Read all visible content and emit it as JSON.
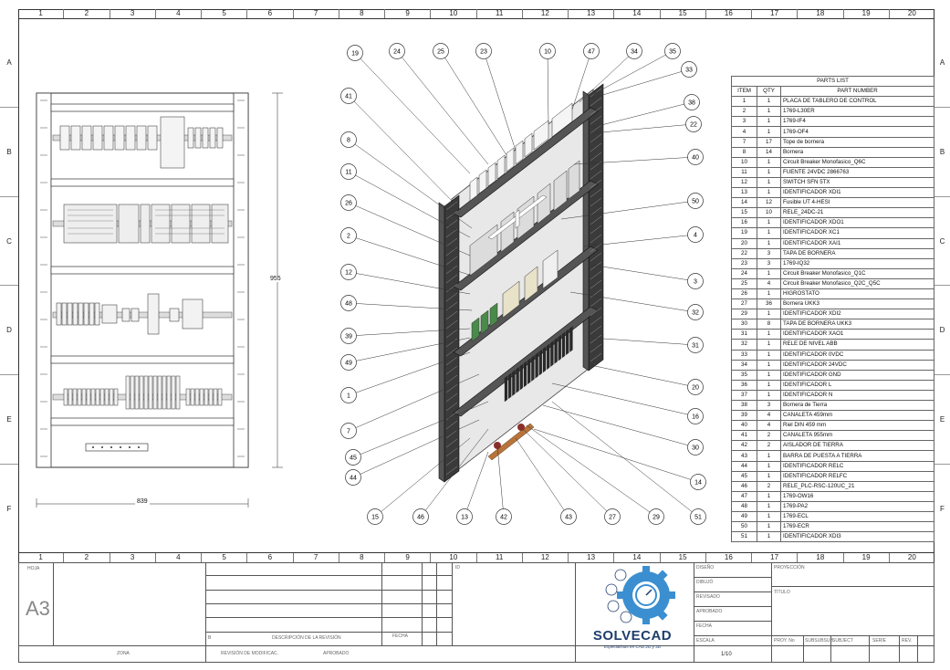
{
  "zones": {
    "columns": [
      "1",
      "2",
      "3",
      "4",
      "5",
      "6",
      "7",
      "8",
      "9",
      "10",
      "11",
      "12",
      "13",
      "14",
      "15",
      "16",
      "17",
      "18",
      "19",
      "20"
    ],
    "rows": [
      "A",
      "B",
      "C",
      "D",
      "E",
      "F"
    ]
  },
  "front_view": {
    "width_dim": "839",
    "height_dim": "955"
  },
  "balloons": [
    "19",
    "24",
    "25",
    "23",
    "10",
    "47",
    "34",
    "35",
    "33",
    "38",
    "22",
    "41",
    "8",
    "11",
    "40",
    "26",
    "50",
    "2",
    "4",
    "12",
    "3",
    "48",
    "32",
    "39",
    "31",
    "49",
    "1",
    "20",
    "7",
    "16",
    "45",
    "30",
    "44",
    "14",
    "15",
    "46",
    "13",
    "42",
    "43",
    "27",
    "29",
    "51"
  ],
  "parts_list": {
    "title": "PARTS LIST",
    "headers": [
      "ITEM",
      "QTY",
      "PART NUMBER"
    ],
    "rows": [
      [
        "1",
        "1",
        "PLACA DE TABLERO DE CONTROL"
      ],
      [
        "2",
        "1",
        "1769-L30ER"
      ],
      [
        "3",
        "1",
        "1769-IF4"
      ],
      [
        "4",
        "1",
        "1769-OF4"
      ],
      [
        "7",
        "17",
        "Tope de bornera"
      ],
      [
        "8",
        "14",
        "Bornera"
      ],
      [
        "10",
        "1",
        "Circuit Breaker Monofasico_Q6C"
      ],
      [
        "11",
        "1",
        "FUENTE 24VDC 2866763"
      ],
      [
        "12",
        "1",
        "SWITCH SFN 5TX"
      ],
      [
        "13",
        "1",
        "IDENTIFICADOR XDI1"
      ],
      [
        "14",
        "12",
        "Fusible UT 4-HESI"
      ],
      [
        "15",
        "10",
        "RELE_24DC-21"
      ],
      [
        "16",
        "1",
        "IDENTIFICADOR XDO1"
      ],
      [
        "19",
        "1",
        "IDENTIFICADOR XC1"
      ],
      [
        "20",
        "1",
        "IDENTIFICADOR XAI1"
      ],
      [
        "22",
        "3",
        "TAPA DE BORNERA"
      ],
      [
        "23",
        "3",
        "1769-IQ32"
      ],
      [
        "24",
        "1",
        "Circuit Breaker Monofasico_Q1C"
      ],
      [
        "25",
        "4",
        "Circuit Breaker Monofasico_Q2C_Q5C"
      ],
      [
        "26",
        "1",
        "HIGROSTATO"
      ],
      [
        "27",
        "36",
        "Bornera UKK3"
      ],
      [
        "29",
        "1",
        "IDENTIFICADOR XDI2"
      ],
      [
        "30",
        "8",
        "TAPA DE BORNERA UKK3"
      ],
      [
        "31",
        "1",
        "IDENTIFICADOR XAO1"
      ],
      [
        "32",
        "1",
        "RELE DE NIVEL ABB"
      ],
      [
        "33",
        "1",
        "IDENTIFICADOR 0VDC"
      ],
      [
        "34",
        "1",
        "IDENTIFICADOR 24VDC"
      ],
      [
        "35",
        "1",
        "IDENTIFICADOR GND"
      ],
      [
        "36",
        "1",
        "IDENTIFICADOR L"
      ],
      [
        "37",
        "1",
        "IDENTIFICADOR N"
      ],
      [
        "38",
        "3",
        "Bornera de Tierra"
      ],
      [
        "39",
        "4",
        "CANALETA 459mm"
      ],
      [
        "40",
        "4",
        "Riel DIN 459 mm"
      ],
      [
        "41",
        "2",
        "CANALETA 955mm"
      ],
      [
        "42",
        "2",
        "AISLADOR DE TIERRA"
      ],
      [
        "43",
        "1",
        "BARRA DE PUESTA A TIERRA"
      ],
      [
        "44",
        "1",
        "IDENTIFICADOR RELC"
      ],
      [
        "45",
        "1",
        "IDENTIFICADOR RELFC"
      ],
      [
        "46",
        "2",
        "RELE_PLC-RSC-120UC_21"
      ],
      [
        "47",
        "1",
        "1769-OW16"
      ],
      [
        "48",
        "1",
        "1769-PA2"
      ],
      [
        "49",
        "1",
        "1769-ECL"
      ],
      [
        "50",
        "1",
        "1769-ECR"
      ],
      [
        "51",
        "1",
        "IDENTIFICADOR XDI3"
      ]
    ]
  },
  "title_block": {
    "sheet_size": "A3",
    "hoja_label": "HOJA",
    "scale_label": "ESCALA",
    "scale_value": "1/10",
    "logo_name": "SOLVECAD",
    "logo_tagline": "Especialistas en CAD 2D y 3D",
    "fields": [
      "DISEÑO",
      "DIBUJÓ",
      "REVISADO",
      "APROBADO",
      "FECHA"
    ],
    "bottom_fields": [
      "PROY. No",
      "SUBSUBSUB",
      "SUBJECT",
      "SERIE",
      "REV."
    ],
    "revisions_header": "DESCRIPCIÓN DE LA REVISIÓN",
    "rev_date": "FECHA",
    "rev_letter": "B",
    "approvals": "APROBADO",
    "zone_label": "ZONA",
    "rev_number": "REVISIÓN DE MODIFICAC.",
    "id_label": "ID",
    "projection": "PROYECCIÓN",
    "subject_label": "TÍTULO",
    "author_label": "DIBUJÓ"
  },
  "colors": {
    "line": "#333333",
    "channel": "#3a3a3a",
    "logo_blue": "#1f3e6e",
    "gear_blue": "#3b8fd0",
    "ground_bar": "#b7743a"
  }
}
